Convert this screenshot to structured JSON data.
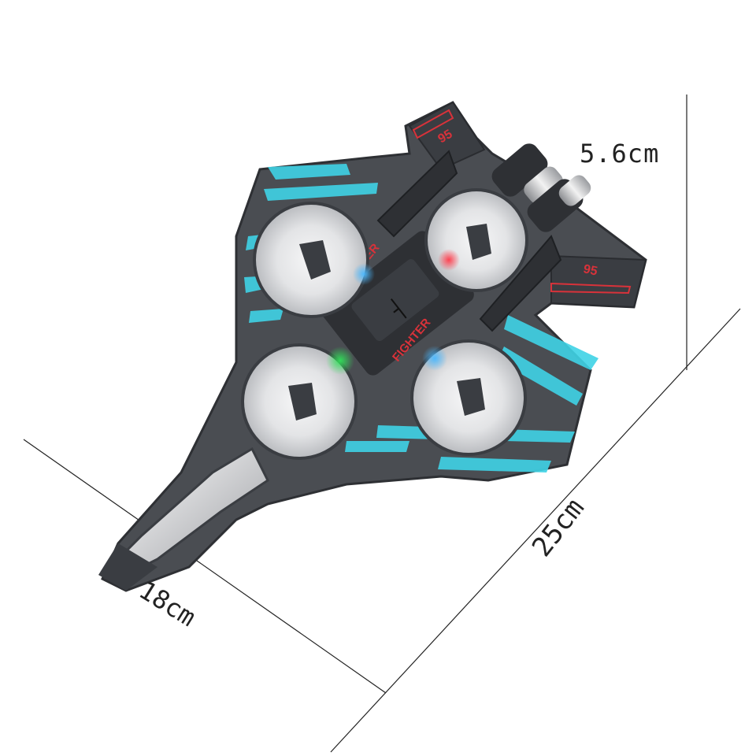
{
  "product": {
    "name_text": "FIGHTER",
    "name_text_2": "FIGHTER",
    "tail_number": "95",
    "tail_number_2": "95",
    "cockpit_glyph": "┤"
  },
  "dimensions": {
    "height": "5.6cm",
    "width": "18cm",
    "length": "25cm"
  },
  "colors": {
    "body": "#4a4d52",
    "body_dark": "#2e3034",
    "camo": "#3fd3e6",
    "accent_red": "#d8323a",
    "nose_white": "#e9eaec",
    "led_green": "#31e35a",
    "led_blue": "#4ab8ff",
    "led_red": "#ff3b4a",
    "dim_line": "#222222"
  }
}
